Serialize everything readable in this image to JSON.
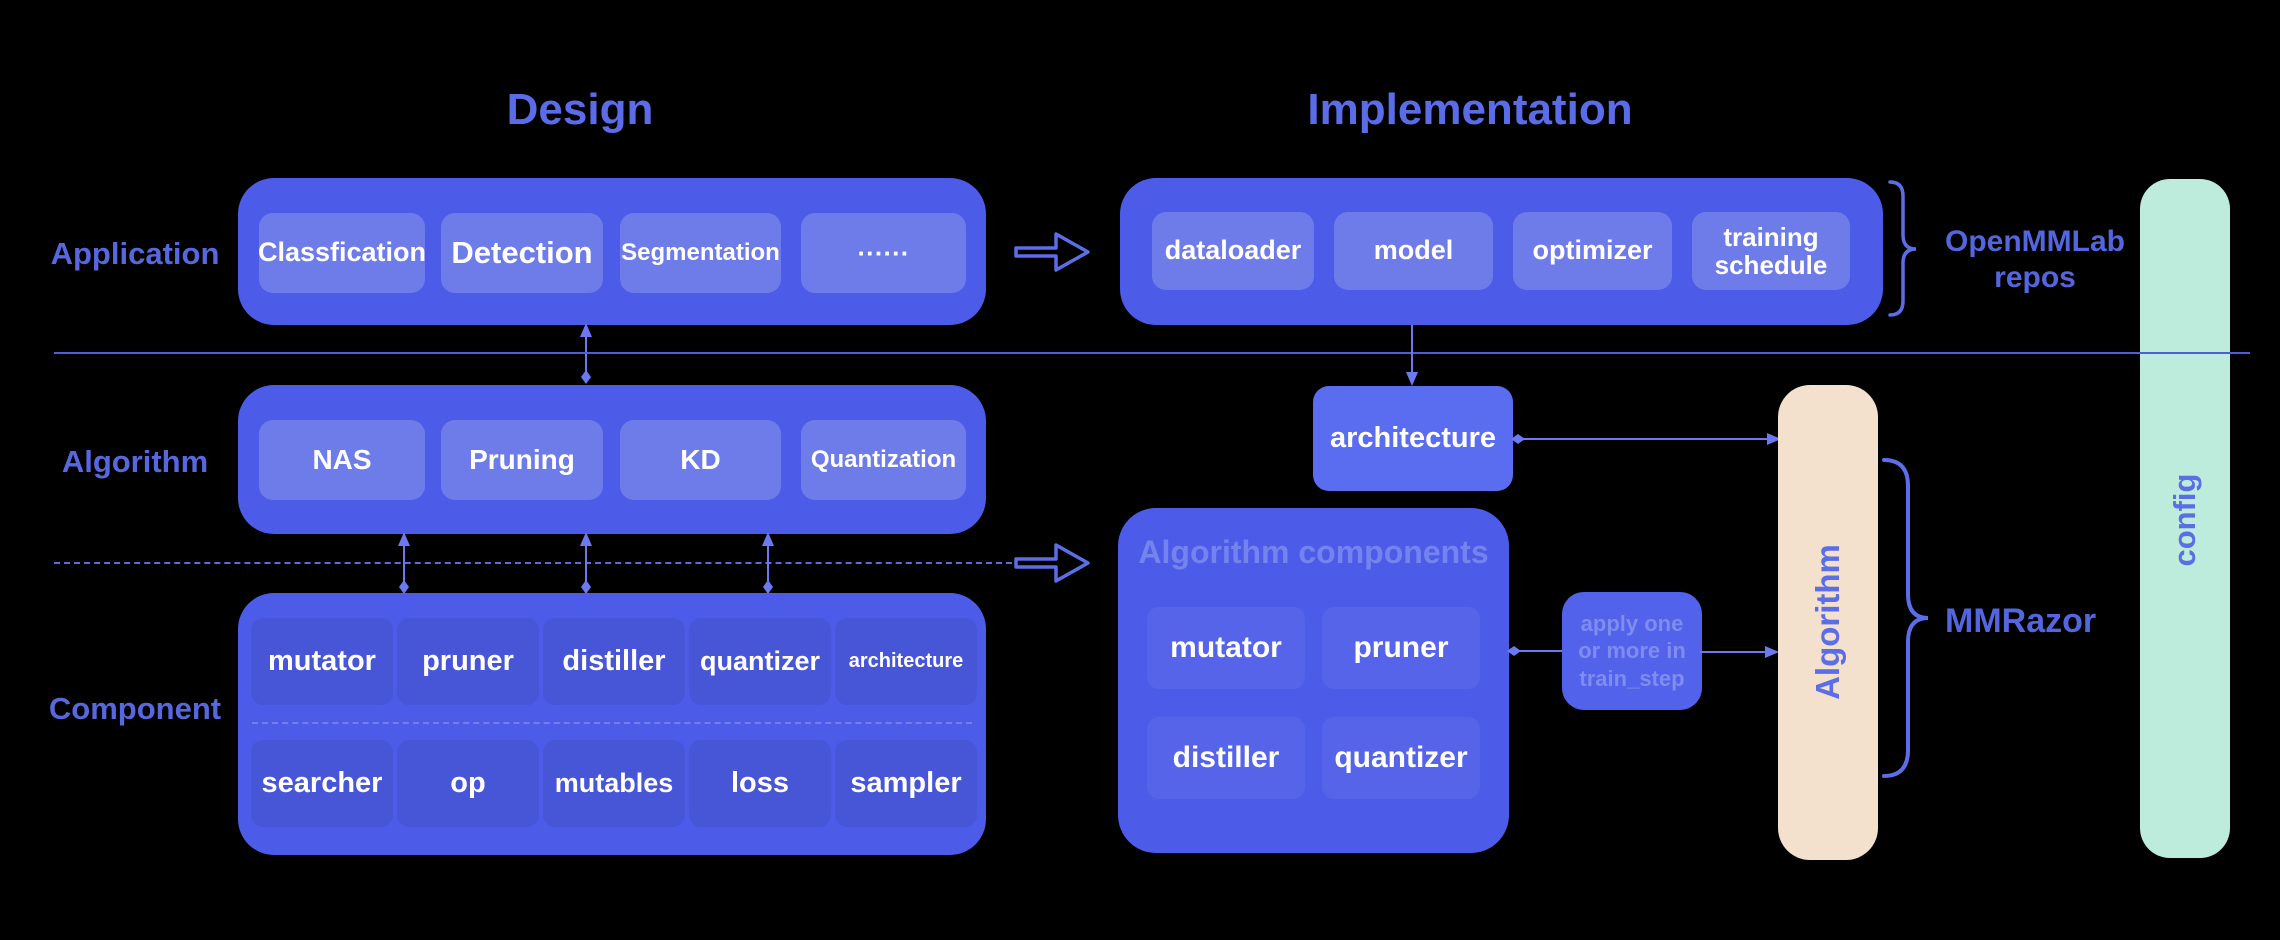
{
  "titles": {
    "design": "Design",
    "implementation": "Implementation"
  },
  "rows": {
    "application": "Application",
    "algorithm": "Algorithm",
    "component": "Component"
  },
  "design": {
    "applications": [
      "Classfication",
      "Detection",
      "Segmentation",
      "······"
    ],
    "algorithms": [
      "NAS",
      "Pruning",
      "KD",
      "Quantization"
    ],
    "components_row1": [
      "mutator",
      "pruner",
      "distiller",
      "quantizer",
      "architecture"
    ],
    "components_row2": [
      "searcher",
      "op",
      "mutables",
      "loss",
      "sampler"
    ]
  },
  "implementation": {
    "pipeline": [
      "dataloader",
      "model",
      "optimizer",
      "training schedule"
    ],
    "architecture": "architecture",
    "components": {
      "heading": "Algorithm components",
      "row1": [
        "mutator",
        "pruner"
      ],
      "row2": [
        "distiller",
        "quantizer"
      ]
    },
    "apply_note_lines": [
      "apply one",
      "or more in",
      "train_step"
    ],
    "algorithm_bar": "Algorithm",
    "config_bar": "config"
  },
  "annotations": {
    "openmmlab_line1": "OpenMMLab",
    "openmmlab_line2": "repos",
    "mmrazor": "MMRazor"
  },
  "colors": {
    "background": "#000000",
    "box_blue": "#4d5ce8",
    "button_blue": "#6e7cea",
    "bright_blue": "#5a6cf0",
    "accent_text_blue": "#5b6ce8",
    "note_blue": "#7f8cf0",
    "beige_bar": "#f3e0cd",
    "mint_bar": "#bdecdd",
    "line_blue": "#5b6ee8"
  }
}
